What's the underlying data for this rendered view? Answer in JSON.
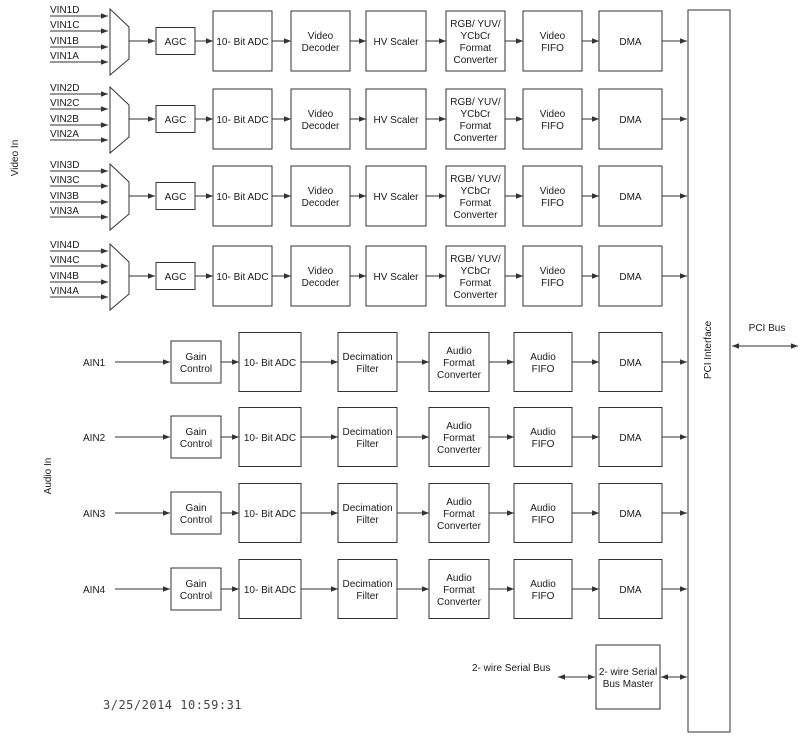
{
  "video_in_label": "Video In",
  "audio_in_label": "Audio In",
  "pci_interface_label": "PCI Interface",
  "pci_bus_label": "PCI Bus",
  "serial_bus_label": "2- wire Serial Bus",
  "serial_master_label": [
    "2- wire Serial",
    "Bus  Master"
  ],
  "timestamp": "3/25/2014 10:59:31",
  "video_channels": [
    {
      "inputs": [
        "VIN1D",
        "VIN1C",
        "VIN1B",
        "VIN1A"
      ]
    },
    {
      "inputs": [
        "VIN2D",
        "VIN2C",
        "VIN2B",
        "VIN2A"
      ]
    },
    {
      "inputs": [
        "VIN3D",
        "VIN3C",
        "VIN3B",
        "VIN3A"
      ]
    },
    {
      "inputs": [
        "VIN4D",
        "VIN4C",
        "VIN4B",
        "VIN4A"
      ]
    }
  ],
  "video_blocks": [
    [
      "AGC"
    ],
    [
      "10- Bit ADC"
    ],
    [
      "Video",
      "Decoder"
    ],
    [
      "HV Scaler"
    ],
    [
      "RGB/ YUV/",
      "YCbCr",
      "Format",
      "Converter"
    ],
    [
      "Video",
      "FIFO"
    ],
    [
      "DMA"
    ]
  ],
  "audio_channels": [
    "AIN1",
    "AIN2",
    "AIN3",
    "AIN4"
  ],
  "audio_blocks": [
    [
      "Gain",
      "Control"
    ],
    [
      "10- Bit ADC"
    ],
    [
      "Decimation",
      "Filter"
    ],
    [
      "Audio",
      "Format",
      "Converter"
    ],
    [
      "Audio",
      "FIFO"
    ],
    [
      "DMA"
    ]
  ]
}
